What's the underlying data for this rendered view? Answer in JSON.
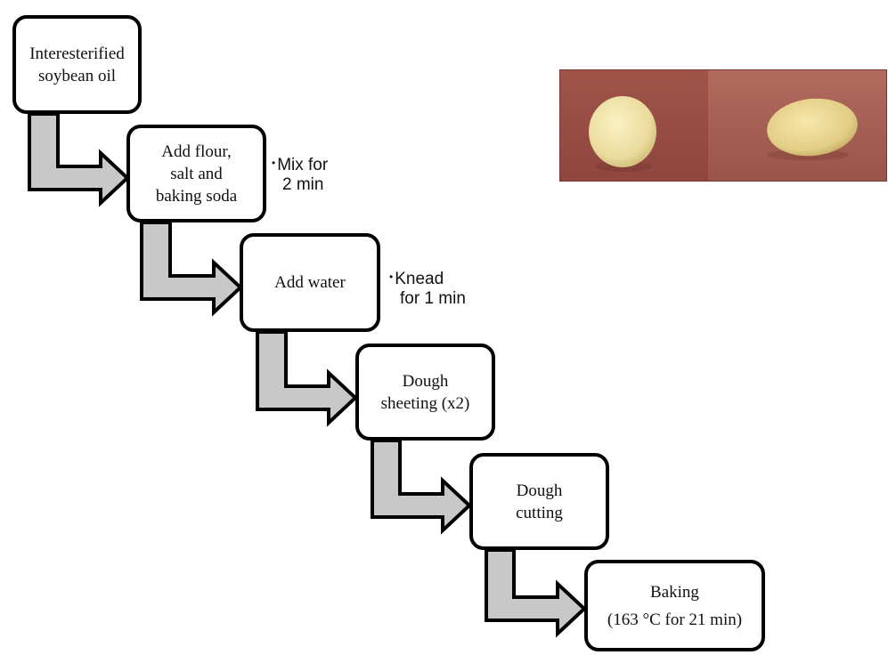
{
  "steps": [
    {
      "lines": [
        "Interesterified",
        "soybean oil"
      ]
    },
    {
      "lines": [
        "Add flour,",
        "salt and",
        "baking soda"
      ]
    },
    {
      "lines": [
        "Add water"
      ]
    },
    {
      "lines": [
        "Dough",
        "sheeting (x2)"
      ]
    },
    {
      "lines": [
        "Dough",
        "cutting"
      ]
    },
    {
      "lines": [
        "Baking",
        "(163 °C  for 21 min)"
      ]
    }
  ],
  "notes": [
    {
      "bullet": "•",
      "line1": "Mix for",
      "line2": "2 min"
    },
    {
      "bullet": "•",
      "line1": "Knead",
      "line2": "for 1 min"
    }
  ],
  "colors": {
    "arrow_fill": "#c8c8c8",
    "arrow_stroke": "#000000",
    "box_border": "#000000",
    "photo_background": "#9a4d44",
    "dough_fill": "#efe3a6"
  },
  "photo": {
    "description_icon": "cookie-dough-photo-icon"
  }
}
